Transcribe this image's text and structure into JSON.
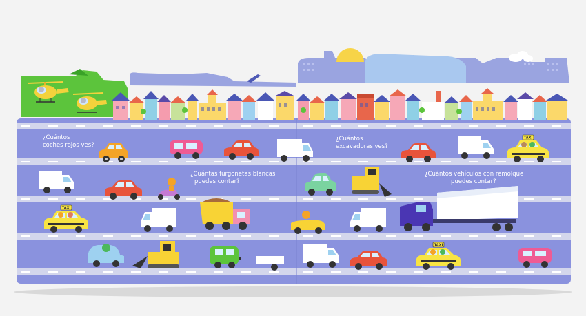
{
  "questions": {
    "red_cars": {
      "line1": "¿Cuántos",
      "line2": "coches rojos ves?"
    },
    "excavators": {
      "line1": "¿Cuántos",
      "line2": "excavadoras ves?"
    },
    "white_vans": {
      "line1": "¿Cuántas furgonetas blancas",
      "line2": "puedes contar?"
    },
    "trailers": {
      "line1": "¿Cuántos vehículos con remolque",
      "line2": "puedes contar?"
    }
  },
  "taxi_sign": "TAXI",
  "colors": {
    "background": "#f3f3f3",
    "road_panel": "#8a92de",
    "lane_stripe": "#cfd3ea",
    "sky_city": "#9aa4e0",
    "grass_panel": "#5cc43c",
    "sun": "#f7d448"
  }
}
